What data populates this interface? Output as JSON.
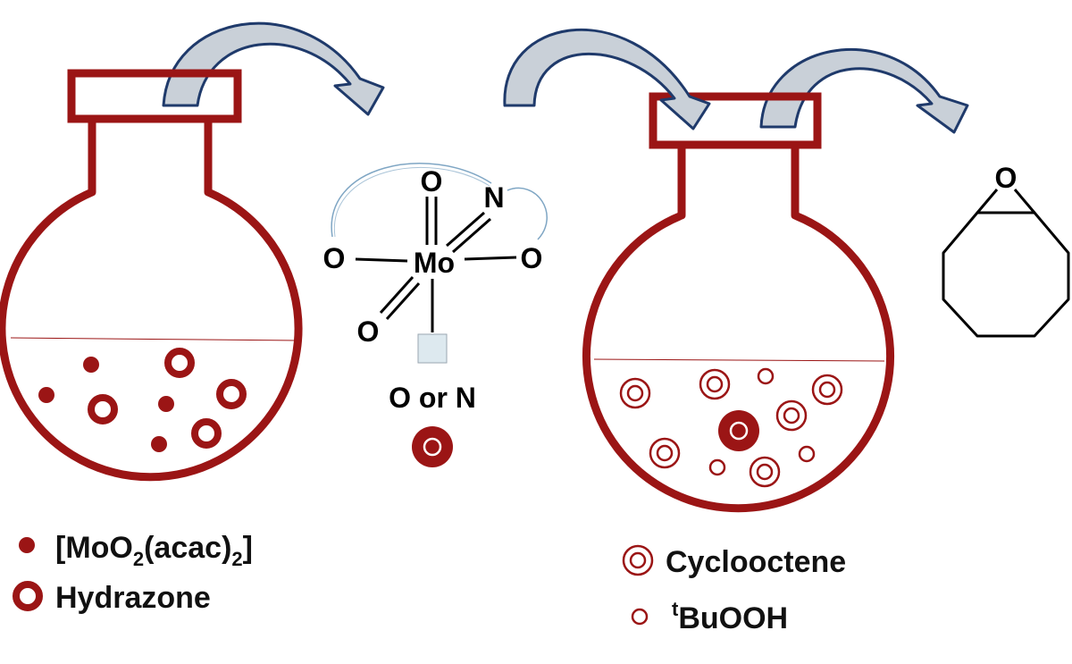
{
  "colors": {
    "flask": "#9b1515",
    "arrow_fill": "#c9d0d8",
    "arrow_stroke": "#1f3a6b",
    "bond": "#000000",
    "placeholder_fill": "#dde9ef",
    "chelate_arc": "#7fa6c4"
  },
  "complex": {
    "metal": "Mo",
    "oxo_top": "O",
    "oxo_bottom_left": "O",
    "donor_left": "O",
    "donor_right": "O",
    "imine": "N",
    "vacant_site_label": "O or N"
  },
  "product": {
    "epoxide_oxygen": "O"
  },
  "legend_left": {
    "item1": {
      "symbol": "small-filled-dot",
      "text_before": "[MoO",
      "sub1": "2",
      "text_middle": "(acac)",
      "sub2": "2",
      "text_after": "]"
    },
    "item2": {
      "symbol": "thick-ring",
      "text": "Hydrazone"
    }
  },
  "legend_right": {
    "item1": {
      "symbol": "double-ring",
      "text": "Cyclooctene"
    },
    "item2": {
      "symbol": "small-ring",
      "superscript": "t",
      "text": "BuOOH"
    }
  }
}
